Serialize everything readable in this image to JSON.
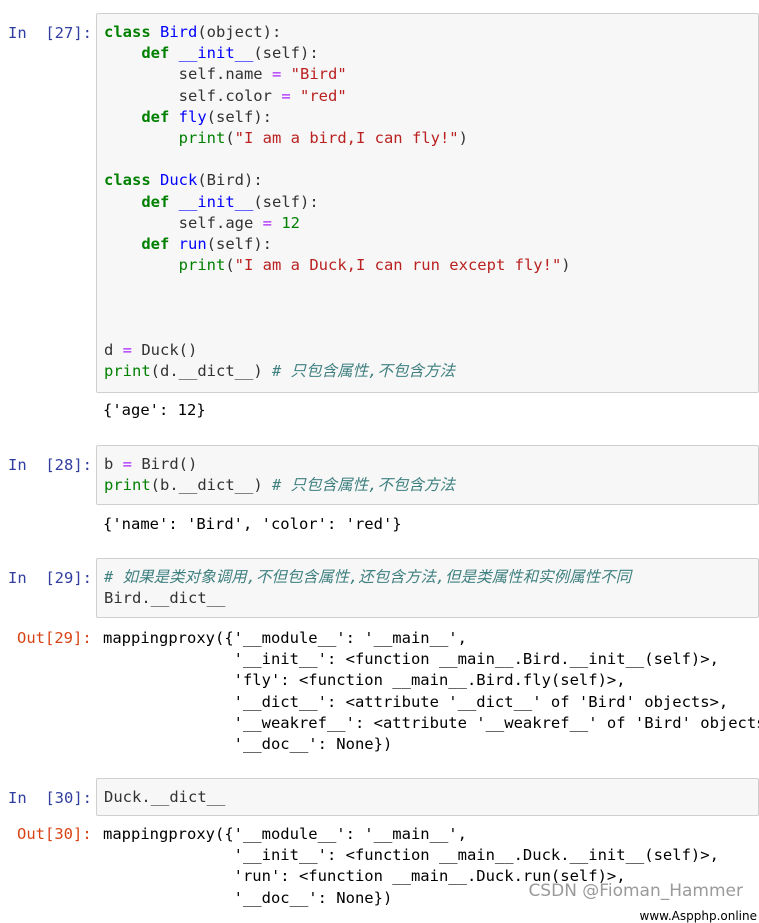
{
  "cells": [
    {
      "prompt": "In  [27]:",
      "input": [
        "class Bird(object):",
        "    def __init__(self):",
        "        self.name = \"Bird\"",
        "        self.color = \"red\"",
        "    def fly(self):",
        "        print(\"I am a bird,I can fly!\")",
        "",
        "class Duck(Bird):",
        "    def __init__(self):",
        "        self.age = 12",
        "    def run(self):",
        "        print(\"I am a Duck,I can run except fly!\")",
        "",
        "",
        "",
        "d = Duck()",
        "print(d.__dict__) # 只包含属性,不包含方法"
      ],
      "output": "{'age': 12}"
    },
    {
      "prompt": "In  [28]:",
      "input": [
        "b = Bird()",
        "print(b.__dict__) # 只包含属性,不包含方法"
      ],
      "output": "{'name': 'Bird', 'color': 'red'}"
    },
    {
      "prompt": "In  [29]:",
      "input": [
        "# 如果是类对象调用,不但包含属性,还包含方法,但是类属性和实例属性不同",
        "Bird.__dict__"
      ],
      "out_prompt": "Out[29]:",
      "output": "mappingproxy({'__module__': '__main__',\n              '__init__': <function __main__.Bird.__init__(self)>,\n              'fly': <function __main__.Bird.fly(self)>,\n              '__dict__': <attribute '__dict__' of 'Bird' objects>,\n              '__weakref__': <attribute '__weakref__' of 'Bird' objects>,\n              '__doc__': None})"
    },
    {
      "prompt": "In  [30]:",
      "input": [
        "Duck.__dict__"
      ],
      "out_prompt": "Out[30]:",
      "output": "mappingproxy({'__module__': '__main__',\n              '__init__': <function __main__.Duck.__init__(self)>,\n              'run': <function __main__.Duck.run(self)>,\n              '__doc__': None})"
    }
  ],
  "watermark": "CSDN @Fioman_Hammer",
  "watermark_site": "www.Aspphp.online"
}
